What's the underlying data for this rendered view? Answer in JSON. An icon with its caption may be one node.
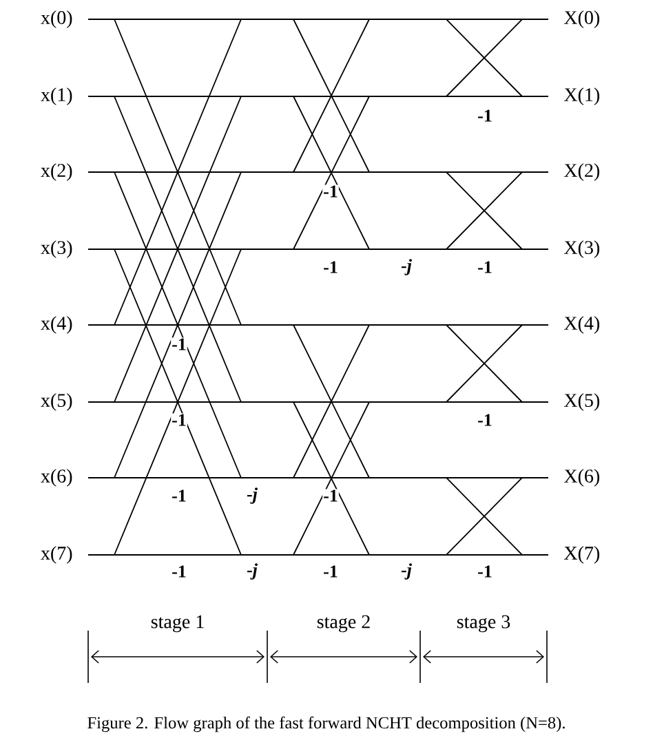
{
  "diagram": {
    "caption": "Figure 2. Flow graph of the fast forward NCHT decomposition (N=8).",
    "nodes": [
      {
        "text": [
          "x(0)"
        ]
      },
      {
        "text": [
          "x(1)"
        ]
      },
      {
        "text": [
          "x(2)"
        ]
      },
      {
        "text": [
          "x(3)"
        ]
      },
      {
        "text": [
          "x(4)"
        ]
      },
      {
        "text": [
          "x(5)"
        ]
      },
      {
        "text": [
          "x(6)"
        ]
      },
      {
        "text": [
          "x(7)"
        ]
      },
      {
        "text": [
          "X(0)"
        ]
      },
      {
        "text": [
          "X(1)"
        ]
      },
      {
        "text": [
          "X(2)"
        ]
      },
      {
        "text": [
          "X(3)"
        ]
      },
      {
        "text": [
          "X(4)"
        ]
      },
      {
        "text": [
          "X(5)"
        ]
      },
      {
        "text": [
          "X(6)"
        ]
      },
      {
        "text": [
          "X(7)"
        ]
      }
    ],
    "edges": [
      {
        "from": 0,
        "to": 8,
        "arrow": "none"
      },
      {
        "from": 1,
        "to": 9,
        "arrow": "none"
      },
      {
        "from": 2,
        "to": 10,
        "arrow": "none"
      },
      {
        "from": 3,
        "to": 11,
        "arrow": "none"
      },
      {
        "from": 4,
        "to": 12,
        "arrow": "none"
      },
      {
        "from": 5,
        "to": 13,
        "arrow": "none"
      },
      {
        "from": 6,
        "to": 14,
        "arrow": "none"
      },
      {
        "from": 7,
        "to": 15,
        "arrow": "none"
      }
    ],
    "labels": [
      "-1",
      "-1",
      "-1",
      "-*j*",
      "-1",
      "-1",
      "-1",
      "-1",
      "-1",
      "-*j*",
      "-1",
      "-1",
      "-*j*",
      "-1",
      "-*j*",
      "-1",
      "stage 1",
      "stage 2",
      "stage 3"
    ]
  }
}
